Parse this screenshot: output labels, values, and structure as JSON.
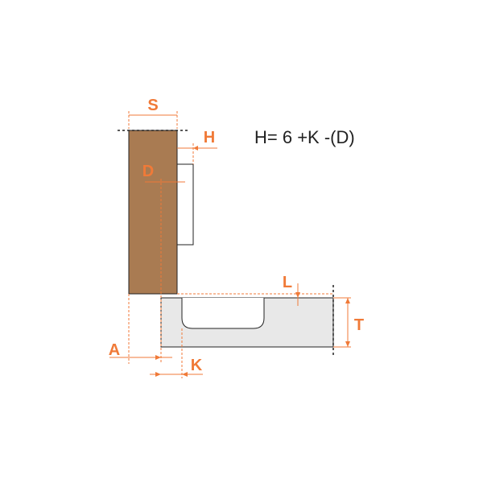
{
  "formula": "H= 6 +K -(D)",
  "labels": {
    "S": "S",
    "H": "H",
    "D": "D",
    "L": "L",
    "T": "T",
    "A": "A",
    "K": "K"
  },
  "colors": {
    "dimension": "#f07a38",
    "wood": "#a97b52",
    "cabinet": "#e8e8e8",
    "outline": "#222222",
    "formula_text": "#222222"
  }
}
